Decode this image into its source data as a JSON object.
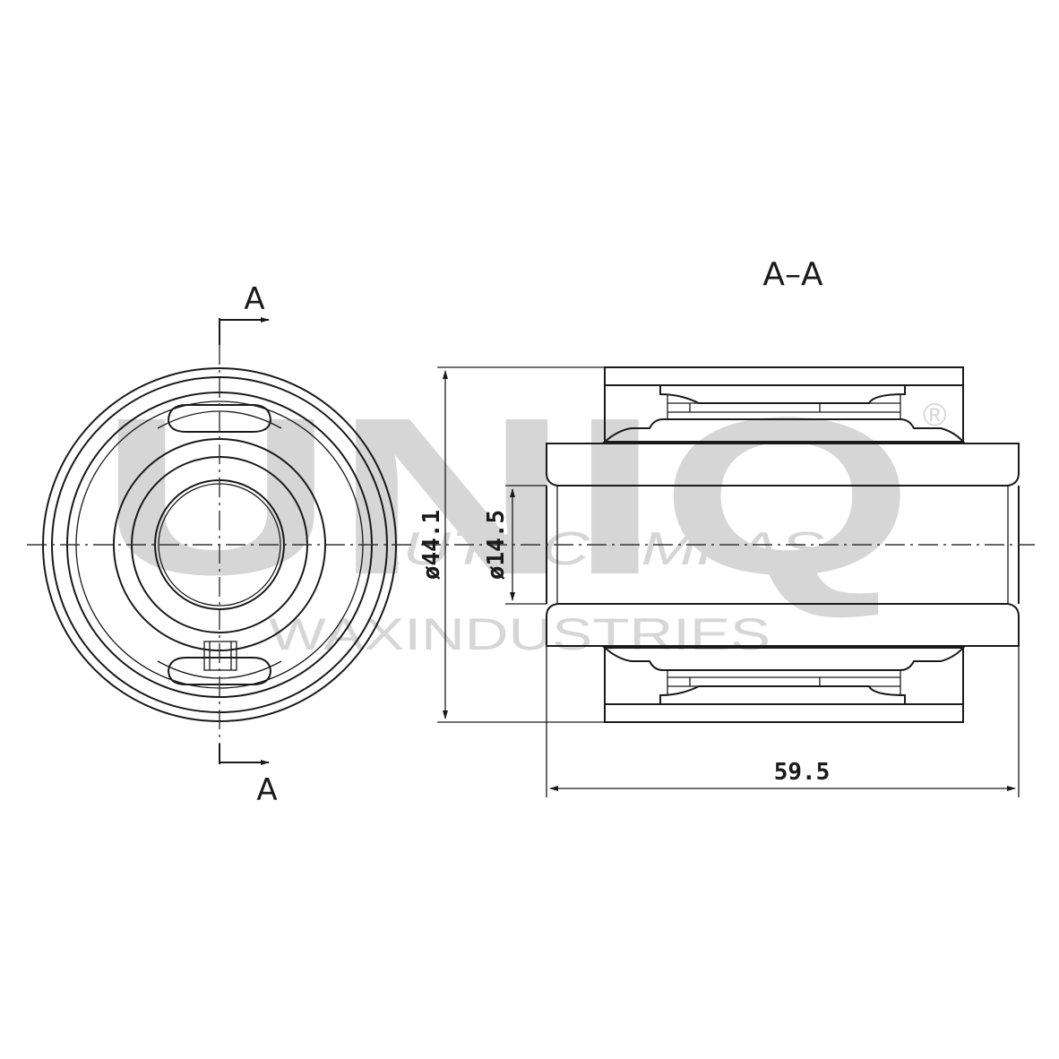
{
  "section_markers": {
    "top_letter": "A",
    "bottom_letter": "A",
    "section_title": "A–A"
  },
  "dimensions": {
    "outer_diameter": "ø44.1",
    "inner_diameter": "ø14.5",
    "length": "59.5"
  },
  "watermark": {
    "brand": "UNIQ",
    "registered": "®",
    "line1": "AUTOCOMPAS",
    "line2": "WAXINDUSTRIES"
  },
  "colors": {
    "line": "#1a1a1a",
    "watermark": "#d6d6d6"
  }
}
